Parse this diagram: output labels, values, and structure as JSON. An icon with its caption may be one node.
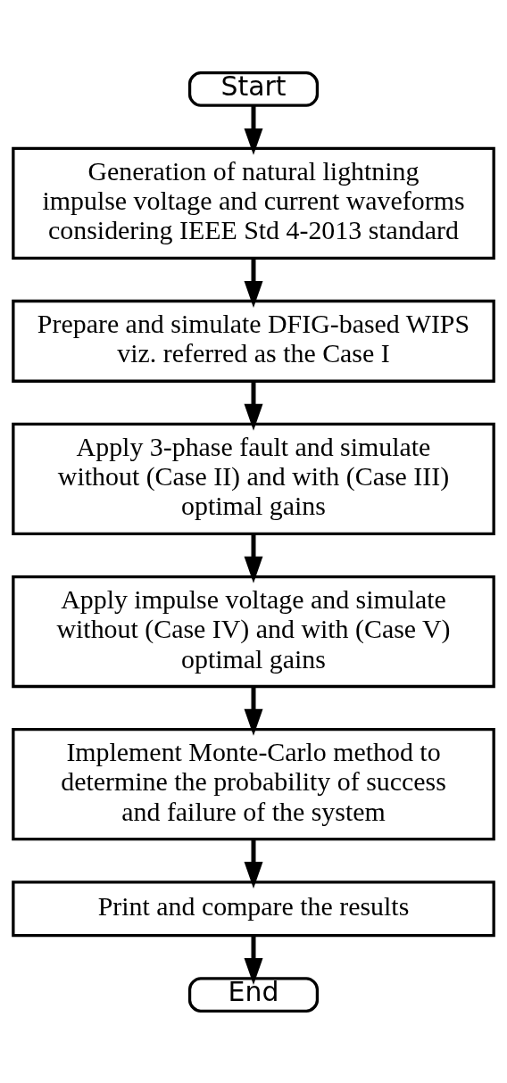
{
  "diagram": {
    "nodes": [
      {
        "text": [
          "Start"
        ]
      },
      {
        "text": [
          "Generation of natural lightning impulse voltage and current waveforms considering IEEE Std 4-2013 standard"
        ]
      },
      {
        "text": [
          "Prepare and simulate DFIG-based WIPS viz. referred as the Case I"
        ]
      },
      {
        "text": [
          "Apply 3-phase fault and simulate without (Case II) and with (Case III) optimal gains"
        ]
      },
      {
        "text": [
          "Apply impulse voltage and simulate without (Case IV) and with (Case V) optimal gains"
        ]
      },
      {
        "text": [
          "Implement Monte-Carlo method to determine the probability of success and failure of the system"
        ]
      },
      {
        "text": [
          "Print and compare the results"
        ]
      },
      {
        "text": [
          "End"
        ]
      }
    ],
    "edges": [
      {
        "from": 0,
        "to": 1,
        "arrow": "to"
      },
      {
        "from": 1,
        "to": 2,
        "arrow": "to"
      },
      {
        "from": 2,
        "to": 3,
        "arrow": "to"
      },
      {
        "from": 3,
        "to": 4,
        "arrow": "to"
      },
      {
        "from": 4,
        "to": 5,
        "arrow": "to"
      },
      {
        "from": 5,
        "to": 6,
        "arrow": "to"
      },
      {
        "from": 6,
        "to": 7,
        "arrow": "to"
      }
    ]
  }
}
